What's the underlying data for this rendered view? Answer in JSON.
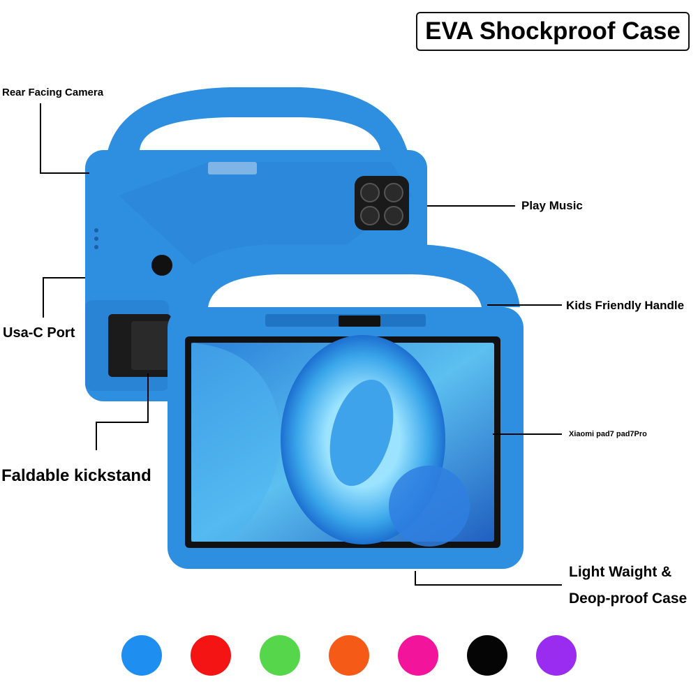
{
  "title": "EVA Shockproof Case",
  "labels": {
    "rear_camera": "Rear Facing Camera",
    "usb_port": "Usa-C Port",
    "kickstand": "Faldable kickstand",
    "play_music": "Play Music",
    "handle": "Kids Friendly Handle",
    "model": "Xiaomi pad7 pad7Pro",
    "light_weight_line1": "Light Waight &",
    "light_weight_line2": "Deop-proof Case"
  },
  "colors": {
    "case_blue": "#2e8fe0",
    "case_blue_dark": "#1f74c4"
  },
  "color_options": [
    {
      "name": "blue",
      "hex": "#1e8ff0"
    },
    {
      "name": "red",
      "hex": "#f51414"
    },
    {
      "name": "green",
      "hex": "#56d64a"
    },
    {
      "name": "orange",
      "hex": "#f55a16"
    },
    {
      "name": "pink",
      "hex": "#f2149a"
    },
    {
      "name": "black",
      "hex": "#050505"
    },
    {
      "name": "purple",
      "hex": "#9a2cf0"
    }
  ]
}
